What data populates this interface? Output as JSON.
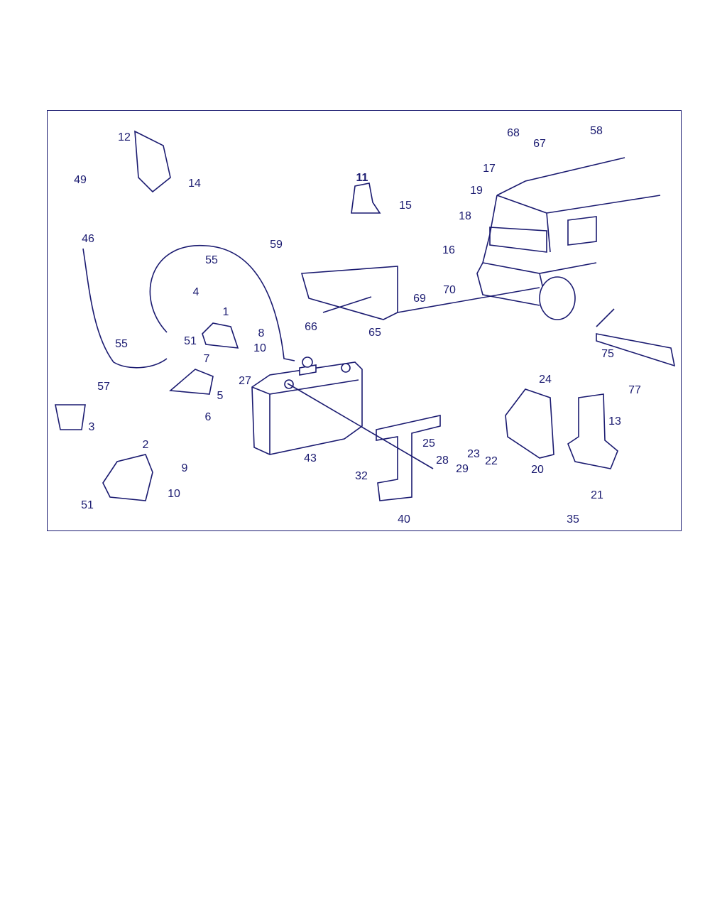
{
  "diagram": {
    "type": "exploded parts diagram",
    "line_color": "#1a1a70",
    "callouts": [
      "12",
      "14",
      "49",
      "46",
      "55",
      "59",
      "55",
      "4",
      "1",
      "8",
      "10",
      "51",
      "57",
      "7",
      "5",
      "6",
      "3",
      "2",
      "9",
      "10",
      "51",
      "27",
      "43",
      "11",
      "15",
      "16",
      "17",
      "19",
      "18",
      "68",
      "67",
      "58",
      "69",
      "70",
      "66",
      "65",
      "75",
      "24",
      "77",
      "13",
      "25",
      "28",
      "29",
      "23",
      "22",
      "20",
      "32",
      "40",
      "21",
      "35"
    ]
  }
}
